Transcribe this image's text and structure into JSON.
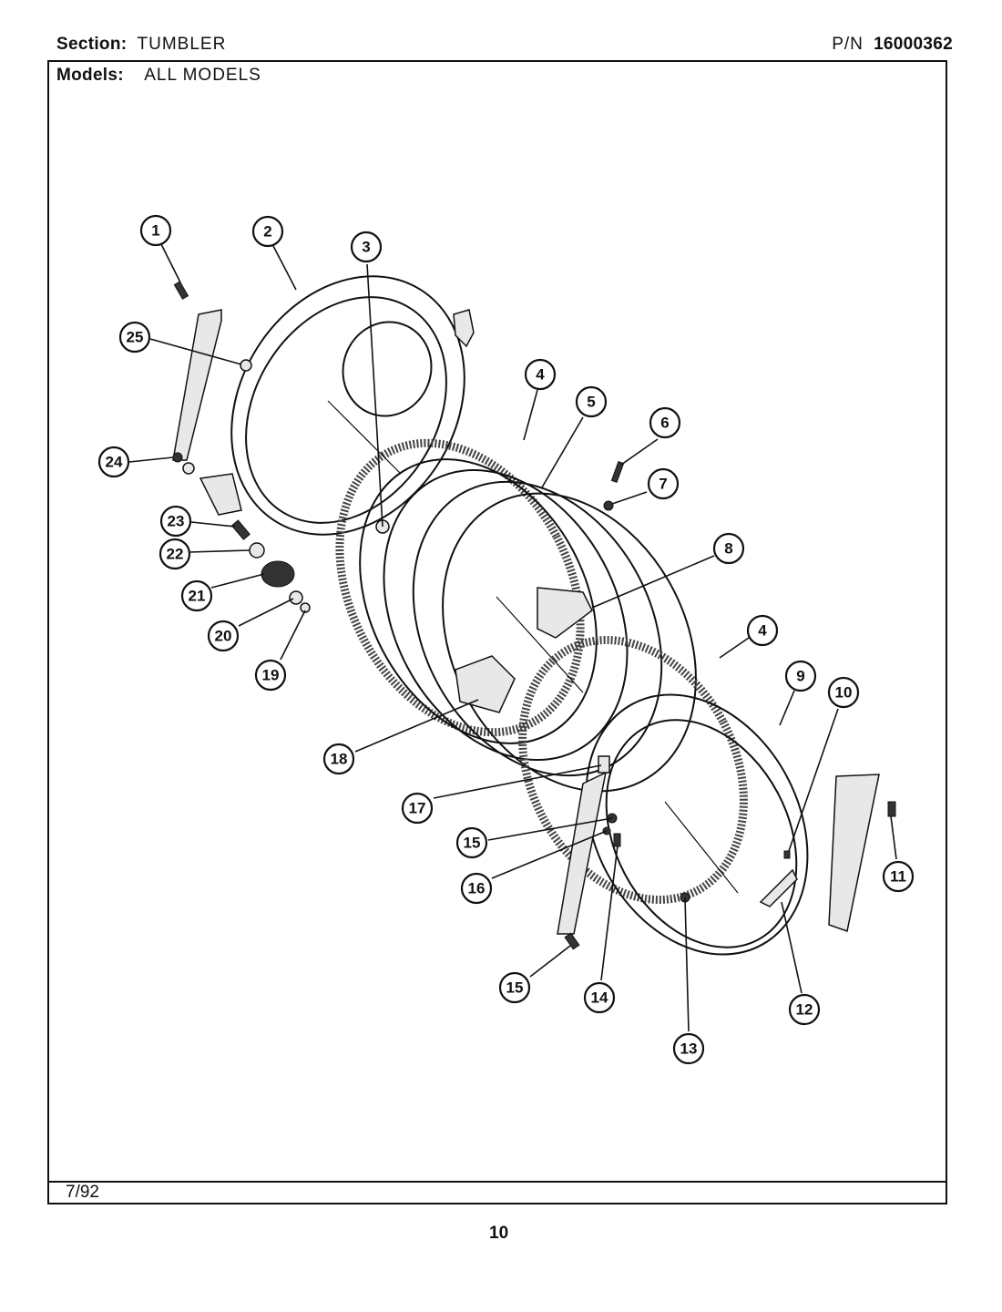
{
  "header": {
    "section_label": "Section:",
    "section_value": "TUMBLER",
    "pn_label": "P/N",
    "pn_value": "16000362",
    "models_label": "Models:",
    "models_value": "ALL MODELS"
  },
  "footer": {
    "date": "7/92",
    "page_number": "10"
  },
  "callouts": [
    {
      "id": "c1",
      "label": "1"
    },
    {
      "id": "c2",
      "label": "2"
    },
    {
      "id": "c3",
      "label": "3"
    },
    {
      "id": "c4a",
      "label": "4"
    },
    {
      "id": "c5",
      "label": "5"
    },
    {
      "id": "c6",
      "label": "6"
    },
    {
      "id": "c7",
      "label": "7"
    },
    {
      "id": "c8",
      "label": "8"
    },
    {
      "id": "c4b",
      "label": "4"
    },
    {
      "id": "c9",
      "label": "9"
    },
    {
      "id": "c10",
      "label": "10"
    },
    {
      "id": "c11",
      "label": "11"
    },
    {
      "id": "c12",
      "label": "12"
    },
    {
      "id": "c13",
      "label": "13"
    },
    {
      "id": "c14",
      "label": "14"
    },
    {
      "id": "c15a",
      "label": "15"
    },
    {
      "id": "c15b",
      "label": "15"
    },
    {
      "id": "c16",
      "label": "16"
    },
    {
      "id": "c17",
      "label": "17"
    },
    {
      "id": "c18",
      "label": "18"
    },
    {
      "id": "c19",
      "label": "19"
    },
    {
      "id": "c20",
      "label": "20"
    },
    {
      "id": "c21",
      "label": "21"
    },
    {
      "id": "c22",
      "label": "22"
    },
    {
      "id": "c23",
      "label": "23"
    },
    {
      "id": "c24",
      "label": "24"
    },
    {
      "id": "c25",
      "label": "25"
    }
  ]
}
